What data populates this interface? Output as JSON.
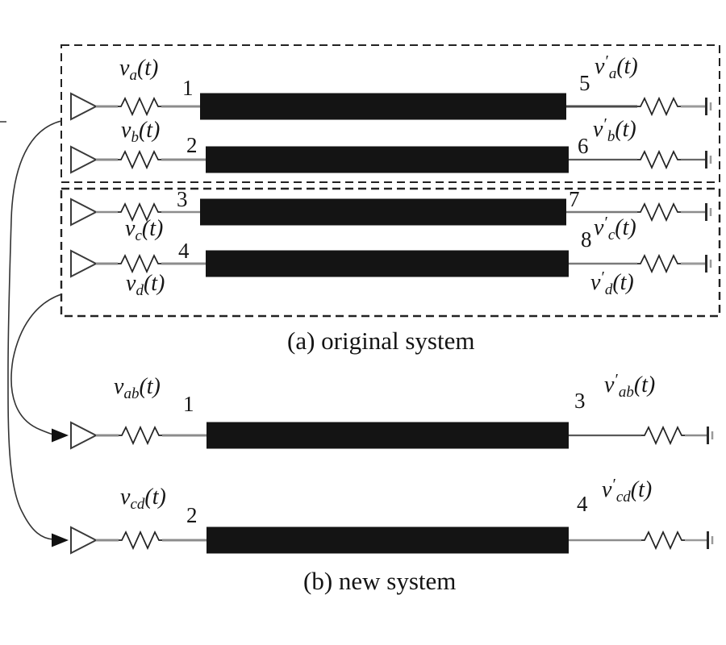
{
  "figure": {
    "captions": {
      "a": "(a) original system",
      "b": "(b) new system"
    },
    "original_system": {
      "rows": [
        {
          "input": {
            "base": "v",
            "sub": "a",
            "arg": "(t)"
          },
          "input_port": "1",
          "output_port": "5",
          "output": {
            "base": "v",
            "prime": "′",
            "sub": "a",
            "arg": "(t)"
          }
        },
        {
          "input": {
            "base": "v",
            "sub": "b",
            "arg": "(t)"
          },
          "input_port": "2",
          "output_port": "6",
          "output": {
            "base": "v",
            "prime": "′",
            "sub": "b",
            "arg": "(t)"
          }
        },
        {
          "input": {
            "base": "v",
            "sub": "c",
            "arg": "(t)"
          },
          "input_port": "3",
          "output_port": "7",
          "output": {
            "base": "v",
            "prime": "′",
            "sub": "c",
            "arg": "(t)"
          }
        },
        {
          "input": {
            "base": "v",
            "sub": "d",
            "arg": "(t)"
          },
          "input_port": "4",
          "output_port": "8",
          "output": {
            "base": "v",
            "prime": "′",
            "sub": "d",
            "arg": "(t)"
          }
        }
      ]
    },
    "new_system": {
      "rows": [
        {
          "input": {
            "base": "v",
            "sub": "ab",
            "arg": "(t)"
          },
          "input_port": "1",
          "output_port": "3",
          "output": {
            "base": "v",
            "prime": "′",
            "sub": "ab",
            "arg": "(t)"
          }
        },
        {
          "input": {
            "base": "v",
            "sub": "cd",
            "arg": "(t)"
          },
          "input_port": "2",
          "output_port": "4",
          "output": {
            "base": "v",
            "prime": "′",
            "sub": "cd",
            "arg": "(t)"
          }
        }
      ]
    },
    "colors": {
      "line_bar": "#141414",
      "wire_gray": "#8c8c8c",
      "wire_dark": "#595959",
      "stroke": "#2f2f2f"
    }
  }
}
